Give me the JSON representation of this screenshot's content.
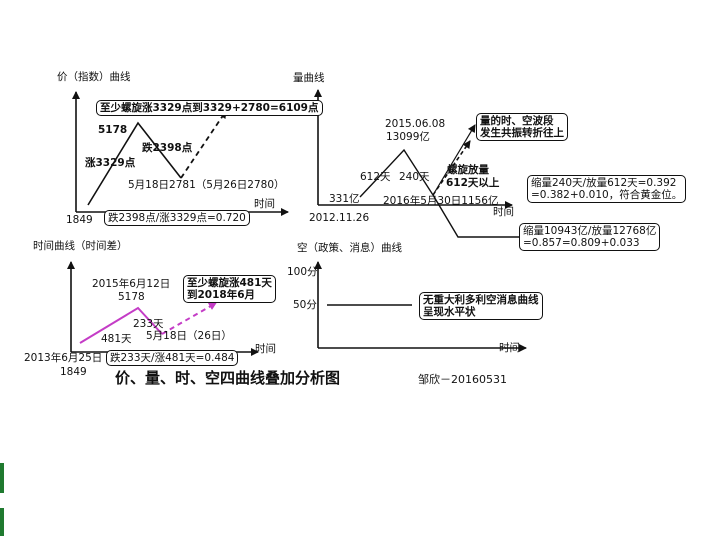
{
  "price_chart": {
    "title": "价（指数）曲线",
    "box_top": "至少螺旋涨3329点到3329+2780=6109点",
    "peak": "5178",
    "rise": "涨3329点",
    "fall": "跌2398点",
    "dates": "5月18日2781（5月26日2780）",
    "start": "1849",
    "box_bottom": "跌2398点/涨3329点=0.720",
    "x_label": "时间"
  },
  "volume_chart": {
    "title": "量曲线",
    "peak_date": "2015.06.08",
    "peak_value": "13099亿",
    "days_up": "612天",
    "days_down": "240天",
    "left_value": "331亿",
    "spiral_label": "螺旋放量",
    "spiral_label2": "612天以上",
    "end_label": "2016年5月30日1156亿",
    "start_date": "2012.11.26",
    "x_label": "时间",
    "box_resonance": [
      "量的时、空波段",
      "发生共振转折往上"
    ],
    "box_golden": [
      "缩量240天/放量612天=0.392",
      "=0.382+0.010，符合黄金位。"
    ],
    "box_ratio": [
      "缩量10943亿/放量12768亿",
      "=0.857=0.809+0.033"
    ]
  },
  "time_chart": {
    "title": "时间曲线（时间差）",
    "peak_date": "2015年6月12日",
    "peak_value": "5178",
    "box_top": [
      "至少螺旋涨481天",
      "到2018年6月"
    ],
    "days_down": "233天",
    "days_up": "481天",
    "low_date": "5月18日（26日）",
    "start_date": "2013年6月25日",
    "start_value": "1849",
    "box_bottom": "跌233天/涨481天=0.484",
    "x_label": "时间"
  },
  "space_chart": {
    "title": "空（政策、消息）曲线",
    "y_100": "100分",
    "y_50": "50分",
    "box": [
      "无重大利多利空消息曲线",
      "呈现水平状"
    ],
    "x_label": "时间"
  },
  "footer": {
    "title": "价、量、时、空四曲线叠加分析图",
    "author": "邹欣－20160531"
  },
  "colors": {
    "line": "#111111",
    "time_line": "#c43cc6",
    "left_edge": "#1f7a2f"
  }
}
